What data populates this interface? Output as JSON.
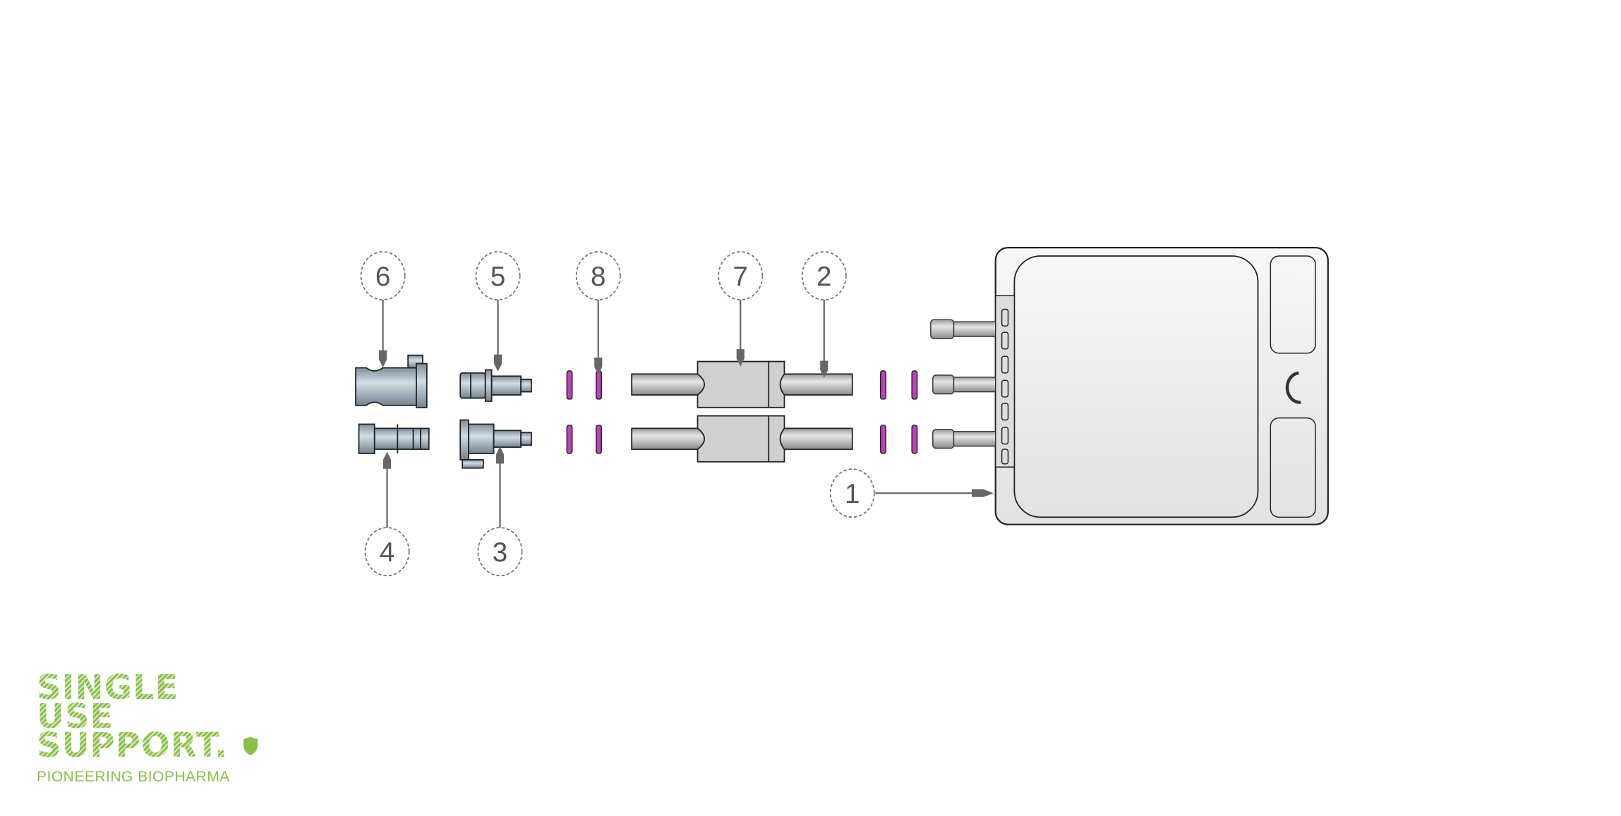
{
  "callouts": {
    "c1": "1",
    "c2": "2",
    "c3": "3",
    "c4": "4",
    "c5": "5",
    "c6": "6",
    "c7": "7",
    "c8": "8"
  },
  "logo": {
    "line1": "SINGLE",
    "line2": "USE",
    "line3": "SUPPORT.",
    "tagline": "PIONEERING BIOPHARMA"
  },
  "colors": {
    "brand_green": "#8cbf4a",
    "oring_magenta": "#c040c0",
    "part_grey": "#c8c8c8",
    "connector_blue": "#a8bccb"
  }
}
